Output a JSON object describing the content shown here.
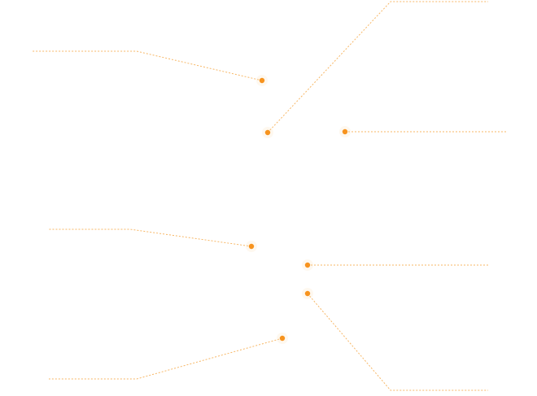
{
  "colors": {
    "marker": "#f7931e",
    "leader": "#f7b766",
    "halo": "#fbd9a8",
    "background": "#ffffff"
  },
  "callouts": [
    {
      "id": "callout-1",
      "label": "",
      "side": "left"
    },
    {
      "id": "callout-2",
      "label": "",
      "side": "right"
    },
    {
      "id": "callout-3",
      "label": "",
      "side": "right"
    },
    {
      "id": "callout-4",
      "label": "",
      "side": "left"
    },
    {
      "id": "callout-5",
      "label": "",
      "side": "right"
    },
    {
      "id": "callout-6",
      "label": "",
      "side": "right"
    },
    {
      "id": "callout-7",
      "label": "",
      "side": "left"
    }
  ]
}
